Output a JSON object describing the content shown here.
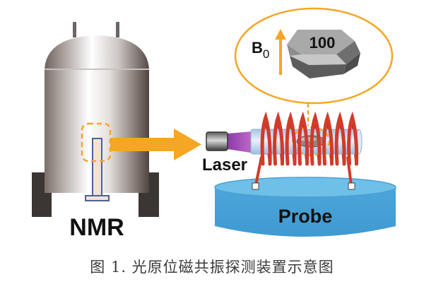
{
  "figure": {
    "labels": {
      "nmr": "NMR",
      "laser": "Laser",
      "probe": "Probe",
      "field": "B",
      "field_sub": "0",
      "crystal_face": "100"
    },
    "caption": "图 1.  光原位磁共振探测装置示意图",
    "colors": {
      "accent_orange": "#f5a623",
      "coil_red": "#d23a2a",
      "probe_blue": "#4ba8dc",
      "probe_top": "#6fc0e8",
      "tube_blue": "#c8dcef",
      "laser_beam": "#9b3fb5",
      "sample_rod": "#f3e2d4",
      "sample_rod_border": "#4a6296",
      "leg_dark": "#3b3533",
      "text": "#111111"
    }
  }
}
